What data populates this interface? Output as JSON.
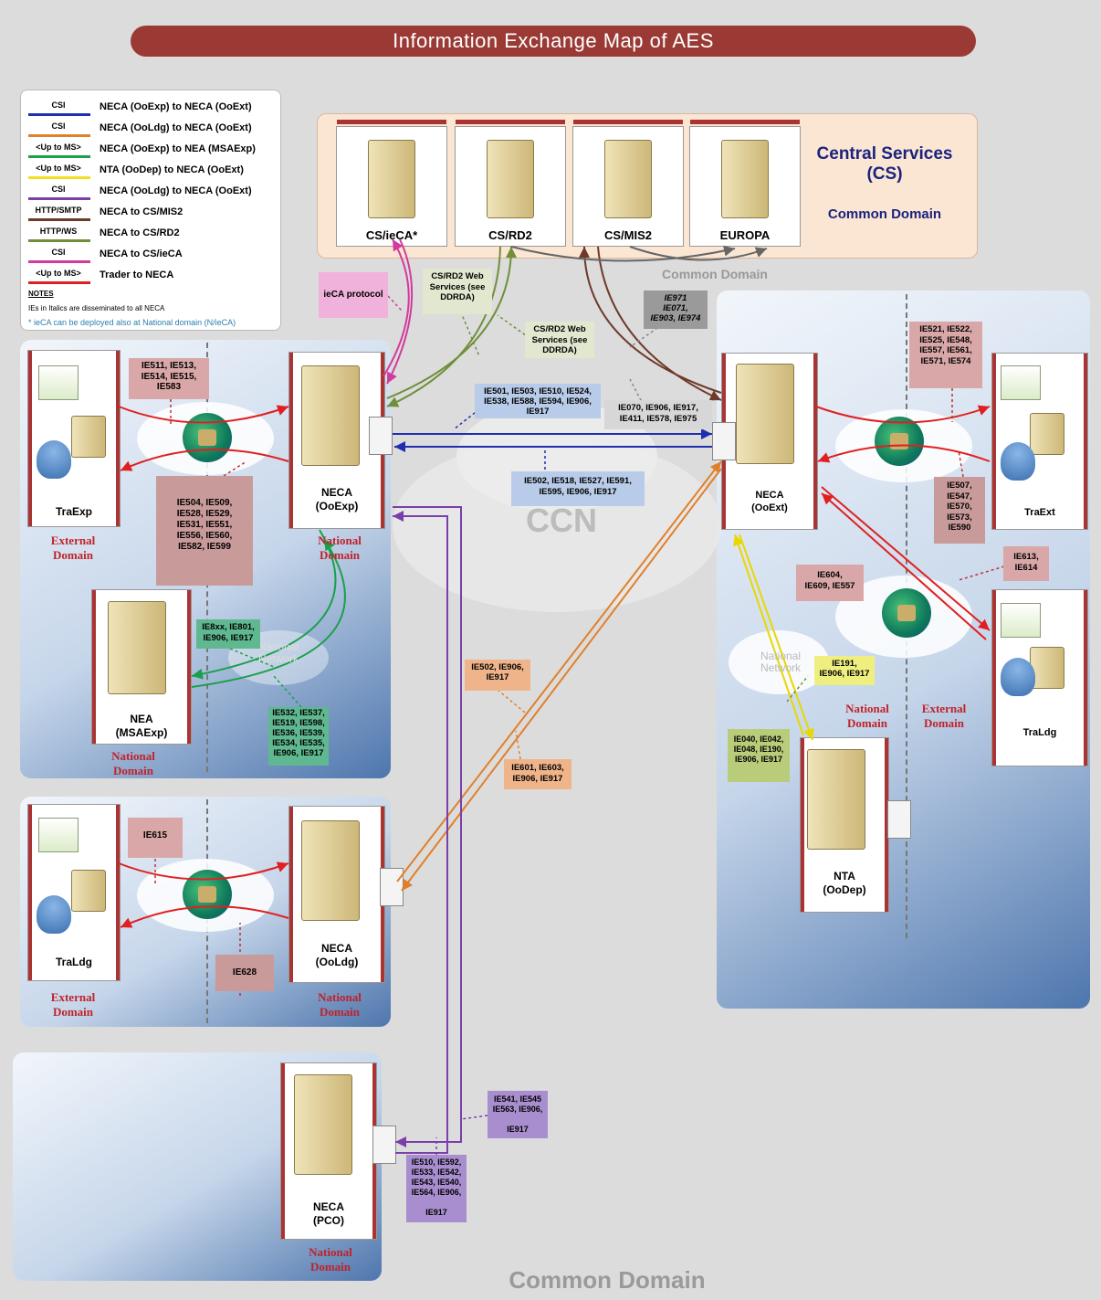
{
  "title": "Information Exchange Map of AES",
  "legend": {
    "rows": [
      {
        "badge": "CSI",
        "text": "NECA (OoExp) to NECA (OoExt)",
        "color": "#1f2fb0"
      },
      {
        "badge": "CSI",
        "text": "NECA (OoLdg) to NECA (OoExt)",
        "color": "#e0802a"
      },
      {
        "badge": "<Up to MS>",
        "text": "NECA (OoExp) to NEA (MSAExp)",
        "color": "#1aa04a"
      },
      {
        "badge": "<Up to MS>",
        "text": "NTA (OoDep) to NECA (OoExt)",
        "color": "#f0e020"
      },
      {
        "badge": "CSI",
        "text": "NECA (OoLdg) to NECA (OoExt)",
        "color": "#7a3fa8"
      },
      {
        "badge": "HTTP/SMTP",
        "text": "NECA to CS/MIS2",
        "color": "#6e3a2a"
      },
      {
        "badge": "HTTP/WS",
        "text": "NECA to CS/RD2",
        "color": "#6f8f3a"
      },
      {
        "badge": "CSI",
        "text": "NECA to CS/ieCA",
        "color": "#d23a9c"
      },
      {
        "badge": "<Up to MS>",
        "text": "Trader to NECA",
        "color": "#e02020"
      }
    ],
    "notes_title": "NOTES",
    "note1": "IEs in Italics are disseminated to all NECA",
    "note2": "* ieCA can be deployed also at National domain (N/ieCA)"
  },
  "central": {
    "servers": [
      "CS/ieCA*",
      "CS/RD2",
      "CS/MIS2",
      "EUROPA"
    ],
    "title": "Central Services\n(CS)",
    "subtitle": "Common Domain"
  },
  "labels": {
    "common_domain_top": "Common Domain",
    "common_domain_bottom": "Common Domain",
    "ccn": "CCN",
    "ieca_protocol": "ieCA protocol",
    "rd2_ws1": "CS/RD2 Web Services (see DDRDA)",
    "rd2_ws2": "CS/RD2 Web Services (see DDRDA)",
    "national_network1": "National Network",
    "national_network2": "National Network"
  },
  "nodes": {
    "traexp": "TraExp",
    "neca_ooexp": "NECA\n(OoExp)",
    "nea": "NEA\n(MSAExp)",
    "traldg1": "TraLdg",
    "neca_ooldg": "NECA\n(OoLdg)",
    "neca_pco": "NECA\n(PCO)",
    "neca_ooext": "NECA\n(OoExt)",
    "traext": "TraExt",
    "traldg2": "TraLdg",
    "nta": "NTA\n(OoDep)"
  },
  "domains": {
    "external": "External\nDomain",
    "national": "National\nDomain"
  },
  "ie_boxes": {
    "b1": "IE511, IE513,\nIE514, IE515,\nIE583",
    "b2": "IE504, IE509,\nIE528, IE529,\nIE531, IE551,\nIE556, IE560,\nIE582, IE599",
    "b3": "IE8xx, IE801,\nIE906, IE917",
    "b4": "IE532, IE537,\nIE519, IE598,\nIE536, IE539,\nIE534, IE535,\nIE906, IE917",
    "b5": "IE501, IE503, IE510, IE524,\nIE538, IE588, IE594, IE906,\nIE917",
    "b6": "IE502, IE518, IE527, IE591,\nIE595, IE906, IE917",
    "b7": "IE971\nIE071,\nIE903, IE974",
    "b8": "IE070, IE906, IE917,\nIE411, IE578, IE975",
    "b9": "IE521, IE522,\nIE525, IE548,\nIE557, IE561,\nIE571, IE574",
    "b10": "IE507,\nIE547,\nIE570,\nIE573,\nIE590",
    "b11": "IE604,\nIE609, IE557",
    "b12": "IE613,\nIE614",
    "b13": "IE191,\nIE906, IE917",
    "b14": "IE040, IE042,\nIE048, IE190,\nIE906, IE917",
    "b15": "IE502, IE906,\nIE917",
    "b16": "IE601, IE603,\nIE906, IE917",
    "b17": "IE615",
    "b18": "IE628",
    "b19": "IE541, IE545\nIE563, IE906,\n\nIE917",
    "b20": "IE510, IE592,\nIE533, IE542,\nIE543, IE540,\nIE564, IE906,\n\nIE917"
  }
}
